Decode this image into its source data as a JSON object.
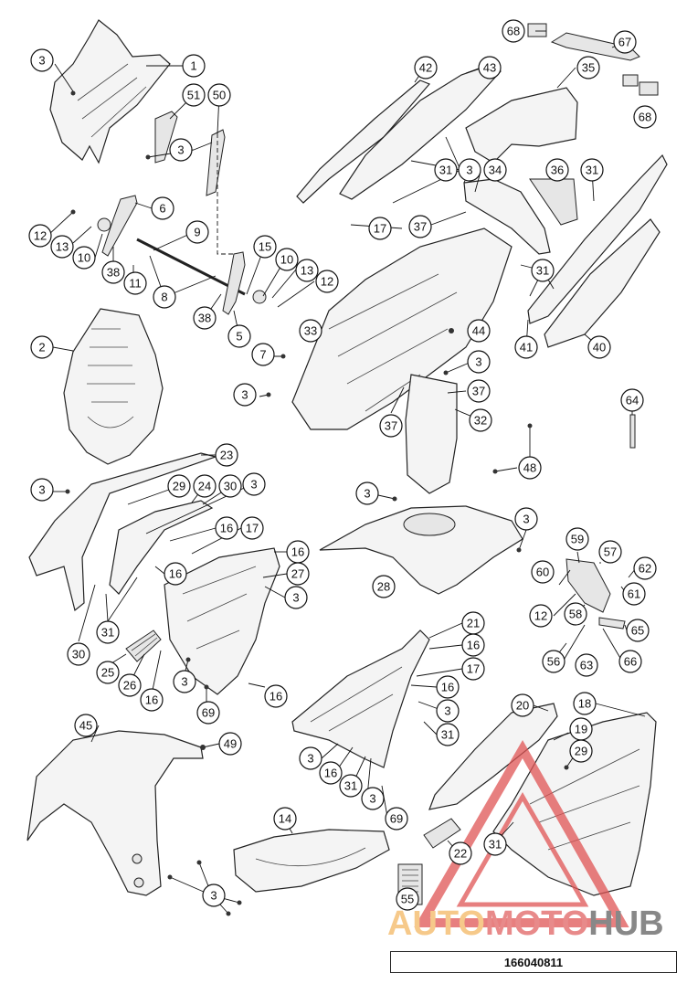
{
  "drawing_code": "166040811",
  "watermark": {
    "part_a": "AUTO",
    "part_b": "MOTO",
    "part_c": "HUB",
    "colors": {
      "a": "#f6c98a",
      "b": "#e88a8a",
      "c": "#888888",
      "triangle": "#e05555"
    }
  },
  "callouts": {
    "c_3a": "3",
    "c_1": "1",
    "c_51": "51",
    "c_50": "50",
    "c_3b": "3",
    "c_6": "6",
    "c_12a": "12",
    "c_13a": "13",
    "c_10a": "10",
    "c_9": "9",
    "c_38a": "38",
    "c_11": "11",
    "c_8": "8",
    "c_15": "15",
    "c_10b": "10",
    "c_13b": "13",
    "c_12b": "12",
    "c_38b": "38",
    "c_5": "5",
    "c_2": "2",
    "c_7": "7",
    "c_3c": "3",
    "c_68a": "68",
    "c_67": "67",
    "c_68b": "68",
    "c_42": "42",
    "c_43": "43",
    "c_35": "35",
    "c_31a": "31",
    "c_3d": "3",
    "c_34": "34",
    "c_36": "36",
    "c_31b": "31",
    "c_17a": "17",
    "c_37a": "37",
    "c_31c": "31",
    "c_33": "33",
    "c_44": "44",
    "c_41": "41",
    "c_40": "40",
    "c_3e": "3",
    "c_37b": "37",
    "c_37c": "37",
    "c_32": "32",
    "c_64": "64",
    "c_48": "48",
    "c_23": "23",
    "c_3f": "3",
    "c_29a": "29",
    "c_24": "24",
    "c_30a": "30",
    "c_3g": "3",
    "c_16a": "16",
    "c_17b": "17",
    "c_16b": "16",
    "c_27": "27",
    "c_16c": "16",
    "c_3h": "3",
    "c_31d": "31",
    "c_30b": "30",
    "c_25": "25",
    "c_26": "26",
    "c_16d": "16",
    "c_3i": "3",
    "c_69a": "69",
    "c_16e": "16",
    "c_3j": "3",
    "c_28": "28",
    "c_3k": "3",
    "c_59": "59",
    "c_57": "57",
    "c_60": "60",
    "c_62": "62",
    "c_61": "61",
    "c_12c": "12",
    "c_58": "58",
    "c_65": "65",
    "c_56": "56",
    "c_63": "63",
    "c_66": "66",
    "c_21": "21",
    "c_16f": "16",
    "c_17c": "17",
    "c_16g": "16",
    "c_3l": "3",
    "c_31e": "31",
    "c_3m": "3",
    "c_16h": "16",
    "c_31f": "31",
    "c_3n": "3",
    "c_69b": "69",
    "c_20": "20",
    "c_18": "18",
    "c_19": "19",
    "c_29b": "29",
    "c_45": "45",
    "c_49": "49",
    "c_14": "14",
    "c_3o": "3",
    "c_31g": "31",
    "c_22": "22",
    "c_55": "55"
  }
}
